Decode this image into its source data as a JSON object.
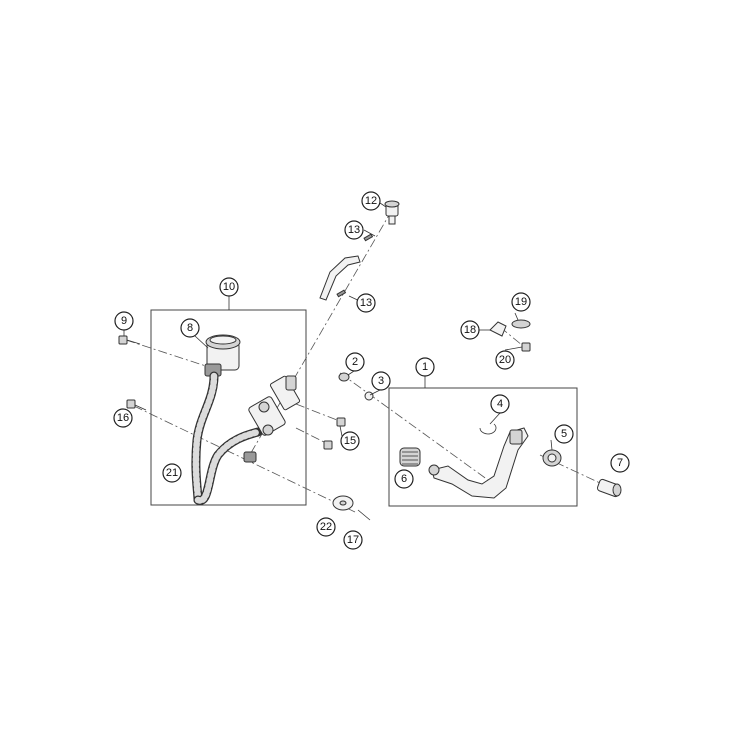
{
  "callouts": {
    "c1": "1",
    "c2": "2",
    "c3": "3",
    "c4": "4",
    "c5": "5",
    "c6": "6",
    "c7": "7",
    "c8": "8",
    "c9": "9",
    "c10": "10",
    "c11": "21",
    "c12": "12",
    "c13a": "13",
    "c13b": "13",
    "c15": "15",
    "c16": "16",
    "c17": "17",
    "c18": "18",
    "c19": "19",
    "c20": "20",
    "c22": "22"
  },
  "colors": {
    "line": "#333333",
    "background": "#ffffff",
    "part_fill": "#f2f2f2"
  }
}
